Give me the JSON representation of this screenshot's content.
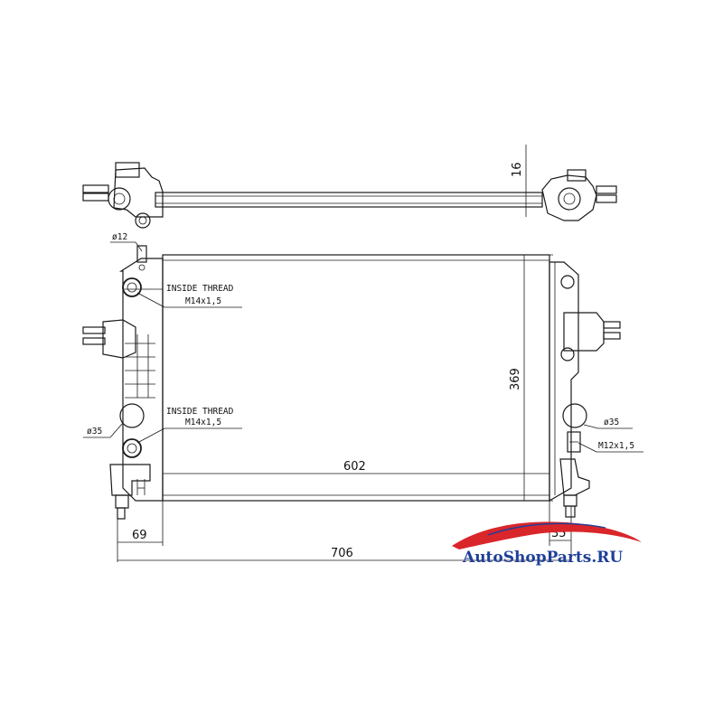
{
  "drawing": {
    "dimensions": {
      "core_width": "602",
      "core_height": "369",
      "overall_width": "706",
      "left_offset": "69",
      "right_offset": "35",
      "tube_thickness": "16"
    },
    "annotations": {
      "thread_top_line1": "INSIDE THREAD",
      "thread_top_line2": "M14x1,5",
      "thread_bottom_line1": "INSIDE THREAD",
      "thread_bottom_line2": "M14x1,5",
      "dia_12": "ø12",
      "dia_35_left": "ø35",
      "dia_35_right": "ø35",
      "thread_right": "M12x1,5"
    }
  },
  "watermark": {
    "brand_text": "AutoShopParts.RU",
    "colors": {
      "brand_blue": "#1f3f9a",
      "swoosh_red": "#d9262b"
    }
  }
}
